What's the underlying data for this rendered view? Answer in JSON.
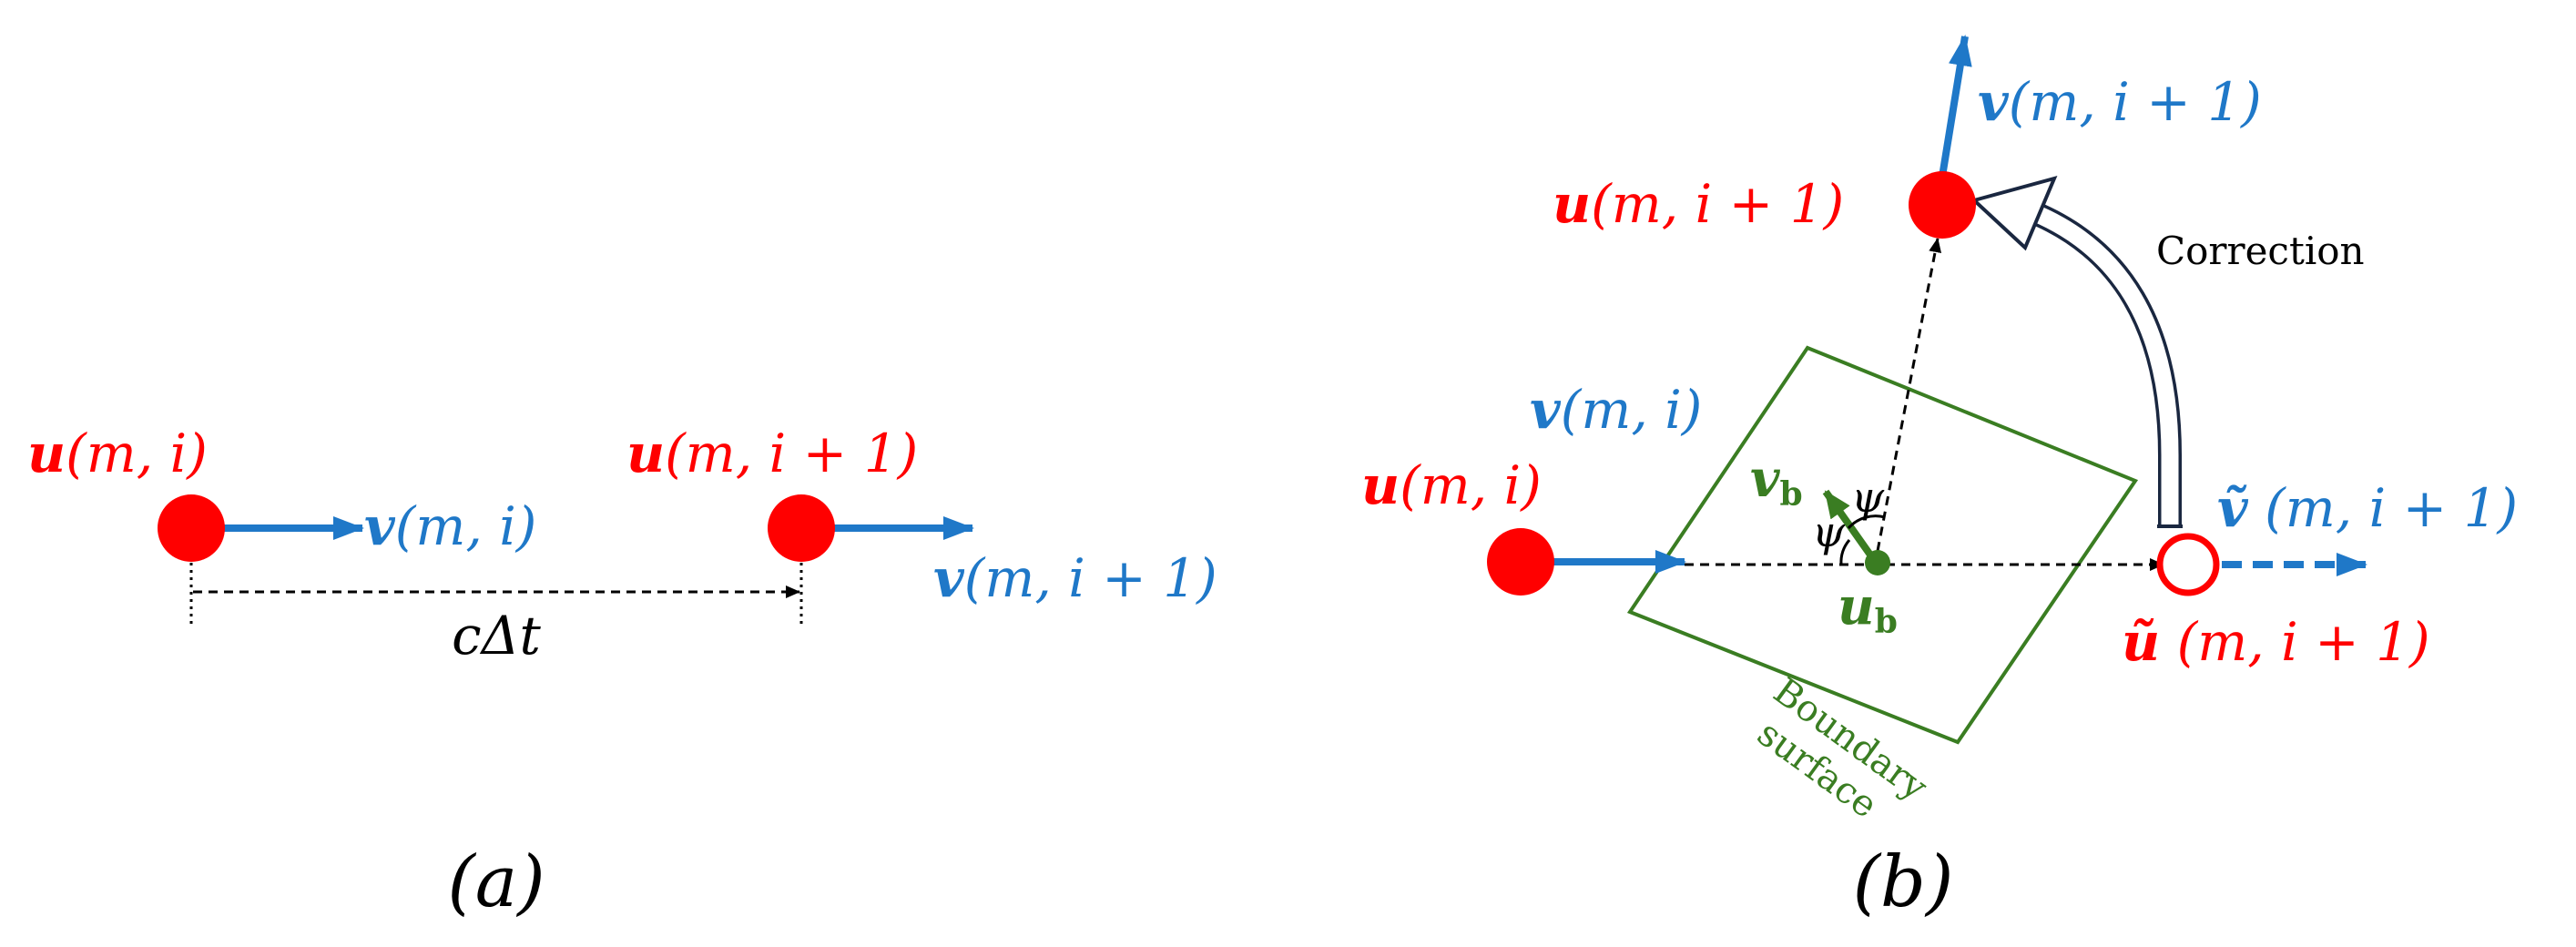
{
  "colors": {
    "red": "#ff0000",
    "blue": "#1f78c8",
    "green": "#3a7d22",
    "black": "#000000",
    "navy": "#1a2740"
  },
  "panel_a": {
    "caption": "(a)",
    "u_left": {
      "bold": "u",
      "rest": "(m, i)"
    },
    "v_left": {
      "bold": "v",
      "rest": "(m, i)"
    },
    "u_right": {
      "bold": "u",
      "rest": "(m, i + 1)"
    },
    "v_right": {
      "bold": "v",
      "rest": "(m, i + 1)"
    },
    "distance": "cΔt"
  },
  "panel_b": {
    "caption": "(b)",
    "u_start": {
      "bold": "u",
      "rest": "(m, i)"
    },
    "v_start": {
      "bold": "v",
      "rest": "(m, i)"
    },
    "u_corrected": {
      "bold": "u",
      "rest": "(m, i + 1)"
    },
    "v_corrected": {
      "bold": "v",
      "rest": "(m, i + 1)"
    },
    "u_tilde": {
      "bold": "ũ",
      "rest": " (m, i + 1)"
    },
    "v_tilde": {
      "bold": "ṽ",
      "rest": " (m, i + 1)"
    },
    "v_b": {
      "bold": "v",
      "sub": "b"
    },
    "u_b": {
      "bold": "u",
      "sub": "b"
    },
    "psi_1": "ψ",
    "psi_2": "ψ",
    "correction_label": "Correction",
    "boundary_line1": "Boundary",
    "boundary_line2": "surface"
  }
}
